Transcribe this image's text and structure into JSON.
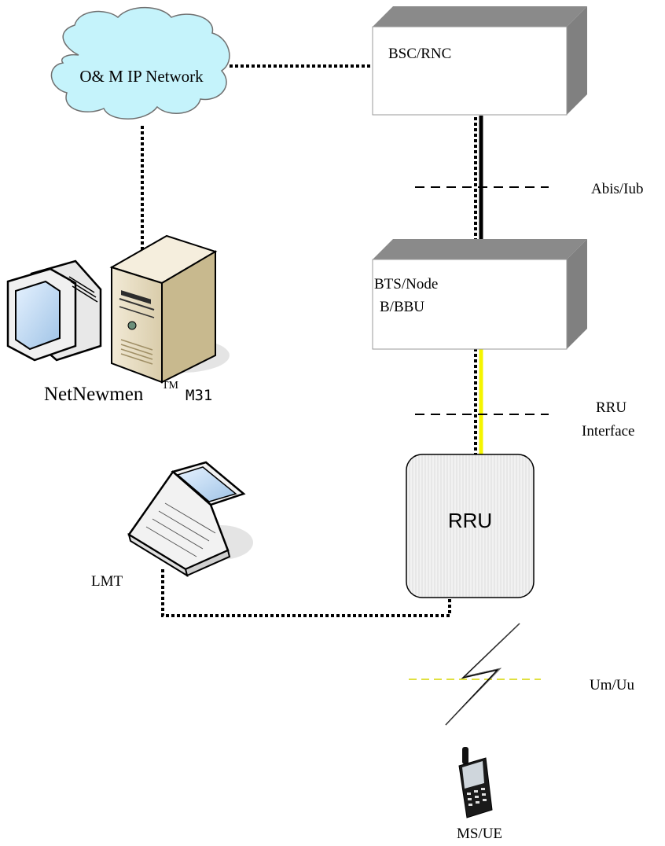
{
  "nodes": {
    "cloud": {
      "label": "O& M IP Network"
    },
    "bsc": {
      "label": "BSC/RNC"
    },
    "bts": {
      "label_line1": "BTS/Node",
      "label_line2": "B/BBU"
    },
    "netnewmen": {
      "label": "NetNewmen",
      "superscript": "TM",
      "model": "M31"
    },
    "lmt": {
      "label": "LMT"
    },
    "rru": {
      "label": "RRU"
    },
    "ms": {
      "label": "MS/UE"
    }
  },
  "interfaces": {
    "abis": "Abis/Iub",
    "rru_line1": "RRU",
    "rru_line2": "Interface",
    "um": "Um/Uu"
  },
  "colors": {
    "cloud_fill": "#c5f3fb",
    "box_shadow": "#808080",
    "rru_interface_link": "#f5f500",
    "radio_boundary": "#e0e040",
    "server_body": "#e9dfc6"
  }
}
